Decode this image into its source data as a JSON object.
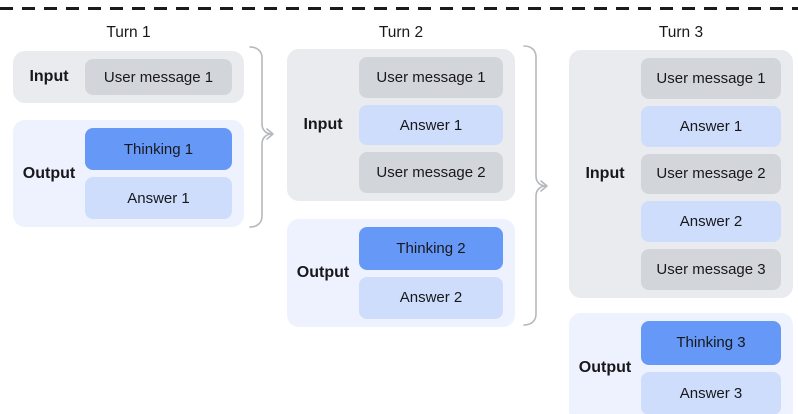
{
  "turns": [
    {
      "title": "Turn 1",
      "input_label": "Input",
      "output_label": "Output",
      "input_items": [
        "User message 1"
      ],
      "output_items": [
        "Thinking 1",
        "Answer 1"
      ]
    },
    {
      "title": "Turn 2",
      "input_label": "Input",
      "output_label": "Output",
      "input_items": [
        "User message 1",
        "Answer 1",
        "User message 2"
      ],
      "output_items": [
        "Thinking 2",
        "Answer 2"
      ]
    },
    {
      "title": "Turn 3",
      "input_label": "Input",
      "output_label": "Output",
      "input_items": [
        "User message 1",
        "Answer 1",
        "User message 2",
        "Answer 2",
        "User message 3"
      ],
      "output_items": [
        "Thinking 3",
        "Answer 3"
      ]
    }
  ],
  "colors": {
    "dash": "#1b1b1b",
    "brace": "#b5b8bd",
    "input_group_bg": "#e9ebee",
    "output_group_bg": "#edf2fe",
    "user_box": "#d2d5da",
    "thinking_box": "#6699f7",
    "answer_box": "#cdddfb",
    "text": "#18181b"
  }
}
